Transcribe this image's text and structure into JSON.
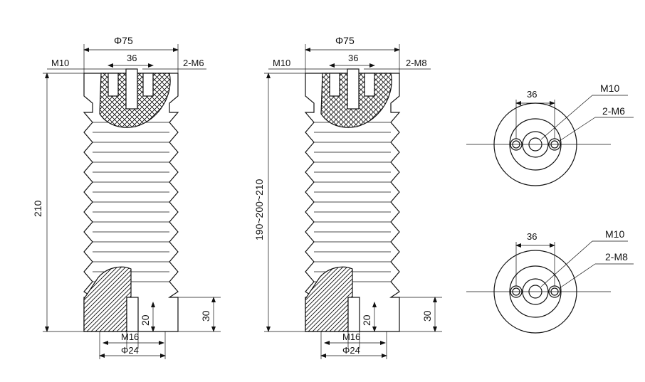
{
  "drawing": {
    "left_insulator": {
      "dia_top": "Φ75",
      "hole_spacing": "36",
      "thread_top": "M10",
      "thread_side": "2-M6",
      "height": "210",
      "base_height": "30",
      "insert_depth": "20",
      "thread_bottom": "M16",
      "dia_bottom": "Φ24"
    },
    "middle_insulator": {
      "dia_top": "Φ75",
      "hole_spacing": "36",
      "thread_top": "M10",
      "thread_side": "2-M8",
      "height": "190~200~210",
      "base_height": "30",
      "insert_depth": "20",
      "thread_bottom": "M16",
      "dia_bottom": "Φ24"
    },
    "top_view_upper": {
      "hole_spacing": "36",
      "center_thread": "M10",
      "side_thread": "2-M6"
    },
    "top_view_lower": {
      "hole_spacing": "36",
      "center_thread": "M10",
      "side_thread": "2-M8"
    }
  }
}
